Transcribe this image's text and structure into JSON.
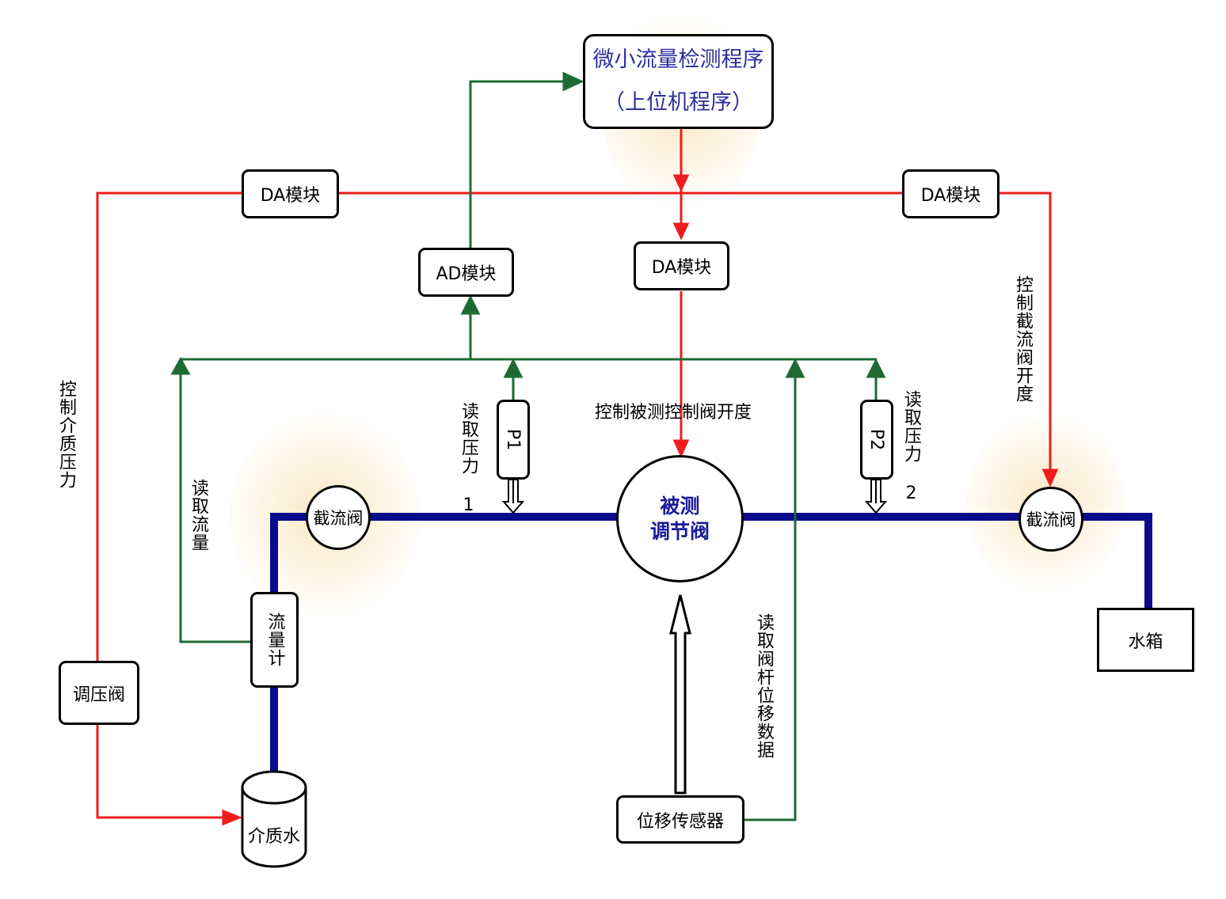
{
  "program": {
    "line1": "微小流量检测程序",
    "line2": "（上位机程序）"
  },
  "da_left": "DA模块",
  "da_right": "DA模块",
  "da_center": "DA模块",
  "ad": "AD模块",
  "p1": "P1",
  "p2": "P2",
  "valve_left": "截流阀",
  "valve_right": "截流阀",
  "main_valve": {
    "line1": "被测",
    "line2": "调节阀"
  },
  "flowmeter": "流量计",
  "reg_valve": "调压阀",
  "medium_water": "介质水",
  "tank": "水箱",
  "sensor": "位移传感器",
  "labels": {
    "ctrl_medium_pressure": "控制介质压力",
    "read_flow": "读取流量",
    "read_p1": "读取压力 1",
    "read_p2": "读取压力 2",
    "ctrl_opening": "控制被测控制阀开度",
    "ctrl_cutoff": "控制截流阀开度",
    "read_stem": "读取阀杆位移数据"
  },
  "colors": {
    "red_line": "#ee1c1c",
    "green_line": "#1d6b33",
    "pipe": "#0a0a8c",
    "program_text": "#2b2fa0",
    "valve_text": "#1a1a9a"
  }
}
